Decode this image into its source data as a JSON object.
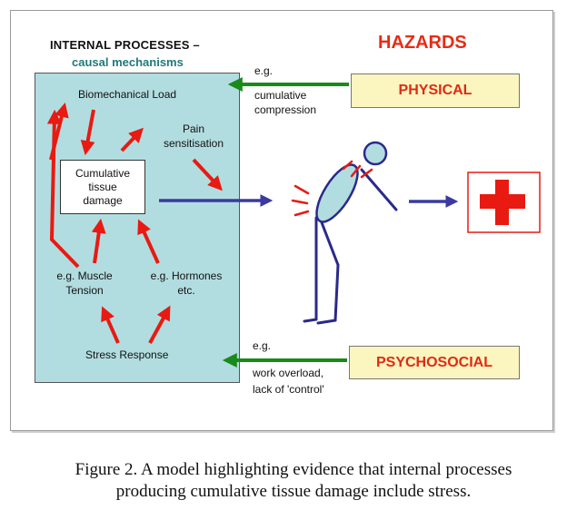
{
  "diagram": {
    "heading_internal": "INTERNAL PROCESSES –",
    "heading_sub": "causal mechanisms",
    "heading_hazards": "HAZARDS",
    "nodes": {
      "biomechanical_load": "Biomechanical Load",
      "pain_sensitisation": "Pain\nsensitisation",
      "cumulative_damage": "Cumulative\ntissue\ndamage",
      "muscle_tension": "e.g. Muscle\nTension",
      "hormones": "e.g. Hormones\netc.",
      "stress_response": "Stress Response"
    },
    "hazards": {
      "physical": "PHYSICAL",
      "psychosocial": "PSYCHOSOCIAL"
    },
    "examples": {
      "physical_eg": "e.g.",
      "physical_text": "cumulative\ncompression",
      "psycho_eg": "e.g.",
      "psycho_text": "work overload,\nlack of 'control'"
    },
    "colors": {
      "panel": "#b2dde0",
      "red_arrow": "#e81a12",
      "green_arrow": "#1a8a1a",
      "blue_arrow": "#3a3aa0",
      "hazard_fill": "#fbf5bf",
      "hazard_text": "#e02a14",
      "cross": "#e81a12"
    }
  },
  "caption": {
    "line1": "Figure 2. A model highlighting evidence that internal processes",
    "line2": "producing cumulative tissue damage include stress."
  }
}
